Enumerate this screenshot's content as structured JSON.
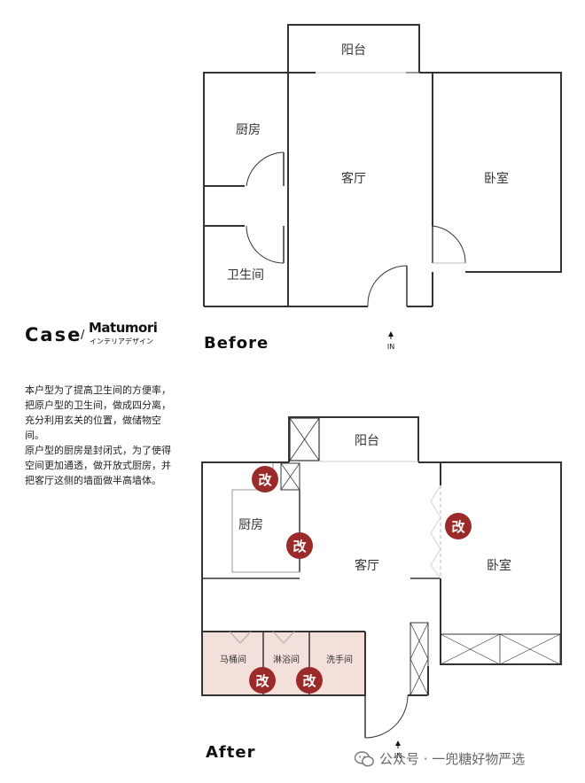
{
  "case_header": {
    "case": "Case",
    "slash": "/",
    "brand": "Matumori",
    "brand_sub": "インテリアデザイン"
  },
  "description": [
    "本户型为了提高卫生间的方便率，把原户型的卫生间，做成四分离，充分利用玄关的位置，做储物空间。",
    "原户型的厨房是封闭式，为了使得空间更加通透，做开放式厨房，并把客厅这侧的墙面做半高墙体。"
  ],
  "before": {
    "label": "Before",
    "rooms": {
      "balcony": "阳台",
      "kitchen": "厨房",
      "living": "客厅",
      "bedroom": "卧室",
      "bathroom": "卫生间"
    },
    "entrance": "IN"
  },
  "after": {
    "label": "After",
    "rooms": {
      "balcony": "阳台",
      "kitchen": "厨房",
      "living": "客厅",
      "bedroom": "卧室",
      "toilet": "马桶间",
      "shower": "淋浴间",
      "washroom": "洗手间"
    },
    "entrance": "IN",
    "change_mark": "改"
  },
  "colors": {
    "wall": "#333333",
    "change_badge": "#9b2a2a",
    "wet_area": "#f4e0da"
  },
  "watermark": {
    "text": "公众号 · 一兜糖好物严选",
    "icon": "wechat-icon"
  }
}
